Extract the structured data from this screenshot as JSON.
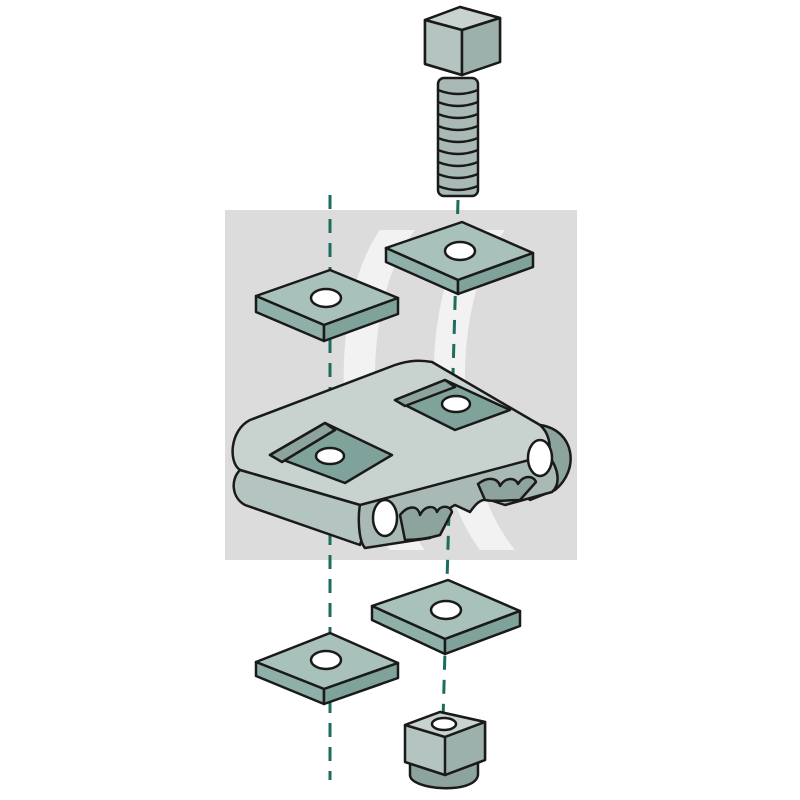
{
  "diagram": {
    "kind": "exploded assembly",
    "parts": [
      {
        "id": "hex-bolt",
        "icon": "hex-bolt-icon"
      },
      {
        "id": "square-washer-top-left",
        "icon": "square-washer-icon"
      },
      {
        "id": "square-washer-top-right",
        "icon": "square-washer-icon"
      },
      {
        "id": "cable-clamp-body",
        "icon": "clamp-icon"
      },
      {
        "id": "square-washer-bottom-right",
        "icon": "square-washer-icon"
      },
      {
        "id": "square-washer-bottom-left",
        "icon": "square-washer-icon"
      },
      {
        "id": "hex-nut",
        "icon": "hex-nut-icon"
      }
    ],
    "colors": {
      "metal_light": "#c8d3d0",
      "metal_mid": "#a9bab6",
      "metal_dark": "#8da39e",
      "washer_top": "#a8c2bb",
      "washer_side": "#8fb0a8",
      "outline": "#1a1a1a",
      "axis_line": "#1b6e5f",
      "background_mark": "#d9d9d9"
    }
  }
}
